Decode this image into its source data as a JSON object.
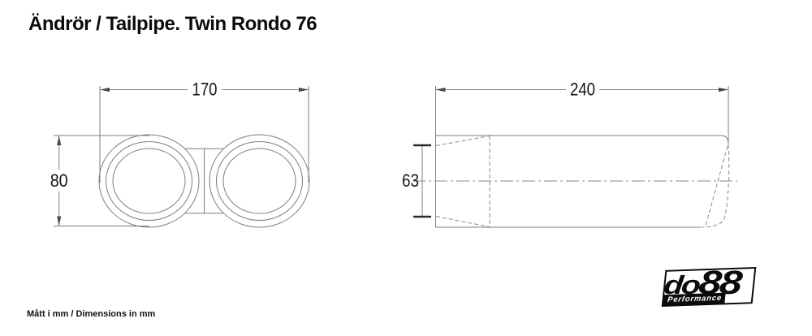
{
  "title": "Ändrör / Tailpipe. Twin Rondo 76",
  "footer": {
    "note": "Mått i mm / Dimensions in mm"
  },
  "logo": {
    "brand_prefix": "do",
    "brand_suffix": "88",
    "tagline": "Performance"
  },
  "drawings": {
    "front_view": {
      "label": "front view twin outlet",
      "width_mm": "170",
      "height_mm": "80"
    },
    "side_view": {
      "label": "side view tailpipe body",
      "length_mm": "240",
      "inlet_diameter_mm": "63"
    }
  },
  "units": "mm",
  "colors": {
    "background": "#ffffff",
    "line": "#7d7d7d",
    "hidden_line": "#8a8a8a",
    "text": "#111111",
    "logo": "#0a0a0a"
  }
}
